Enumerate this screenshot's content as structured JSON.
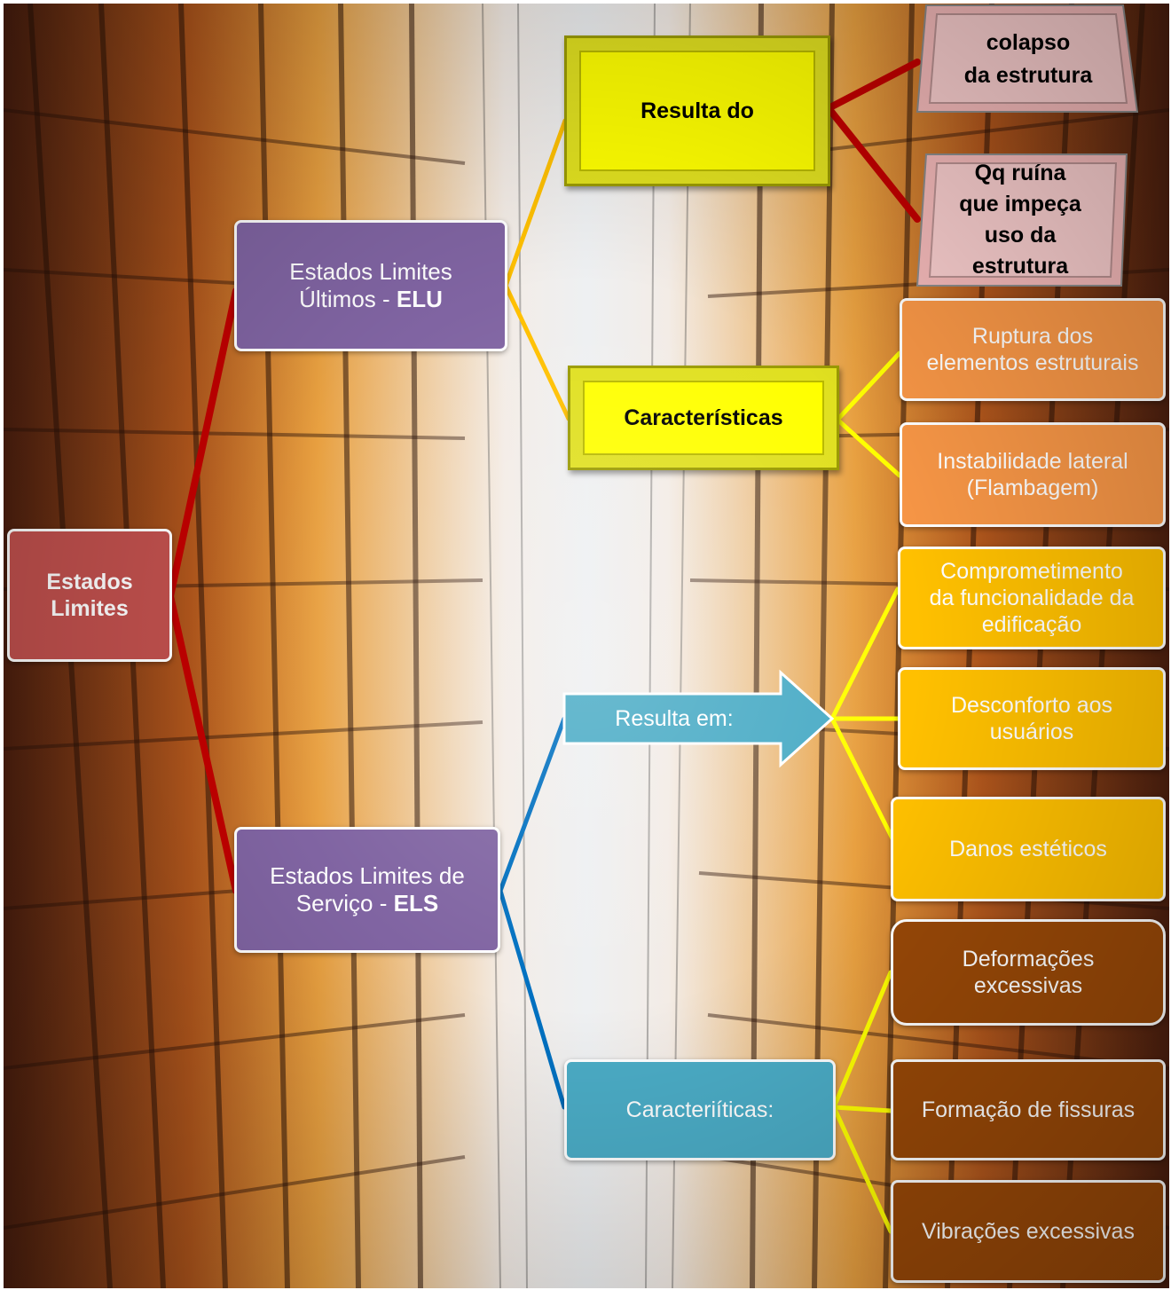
{
  "root": {
    "label": "Estados\nLimites"
  },
  "elu": {
    "text": "Estados Limites\nÚltimos - ",
    "strong": "ELU"
  },
  "els": {
    "text": "Estados Limites de\nServiço - ",
    "strong": "ELS"
  },
  "elu_result": {
    "label": "Resulta do",
    "items": [
      "colapso\nda estrutura",
      "Qq ruína\nque impeça\nuso da\nestrutura"
    ]
  },
  "elu_features": {
    "label": "Características",
    "items": [
      "Ruptura dos\nelementos estruturais",
      "Instabilidade lateral\n(Flambagem)"
    ]
  },
  "els_result": {
    "label": "Resulta em:",
    "items": [
      "Comprometimento\nda funcionalidade da\nedificação",
      "Desconforto aos\nusuários",
      "Danos estéticos"
    ]
  },
  "els_features": {
    "label": "Caracteriíticas:",
    "items": [
      "Deformações\nexcessivas",
      "Formação de fissuras",
      "Vibrações excessivas"
    ]
  },
  "colors": {
    "root": "#c0504d",
    "state": "#8064a2",
    "elu_link": "#ffc000",
    "red_link": "#c00000",
    "els_link": "#0070c0",
    "yellow_link": "#ffff00",
    "orange": "#f79646",
    "gold": "#ffc000",
    "brown": "#984807",
    "teal": "#4bacc6",
    "bevel_yellow": "#ffff00",
    "bevel_pink": "#f2b8b8"
  }
}
